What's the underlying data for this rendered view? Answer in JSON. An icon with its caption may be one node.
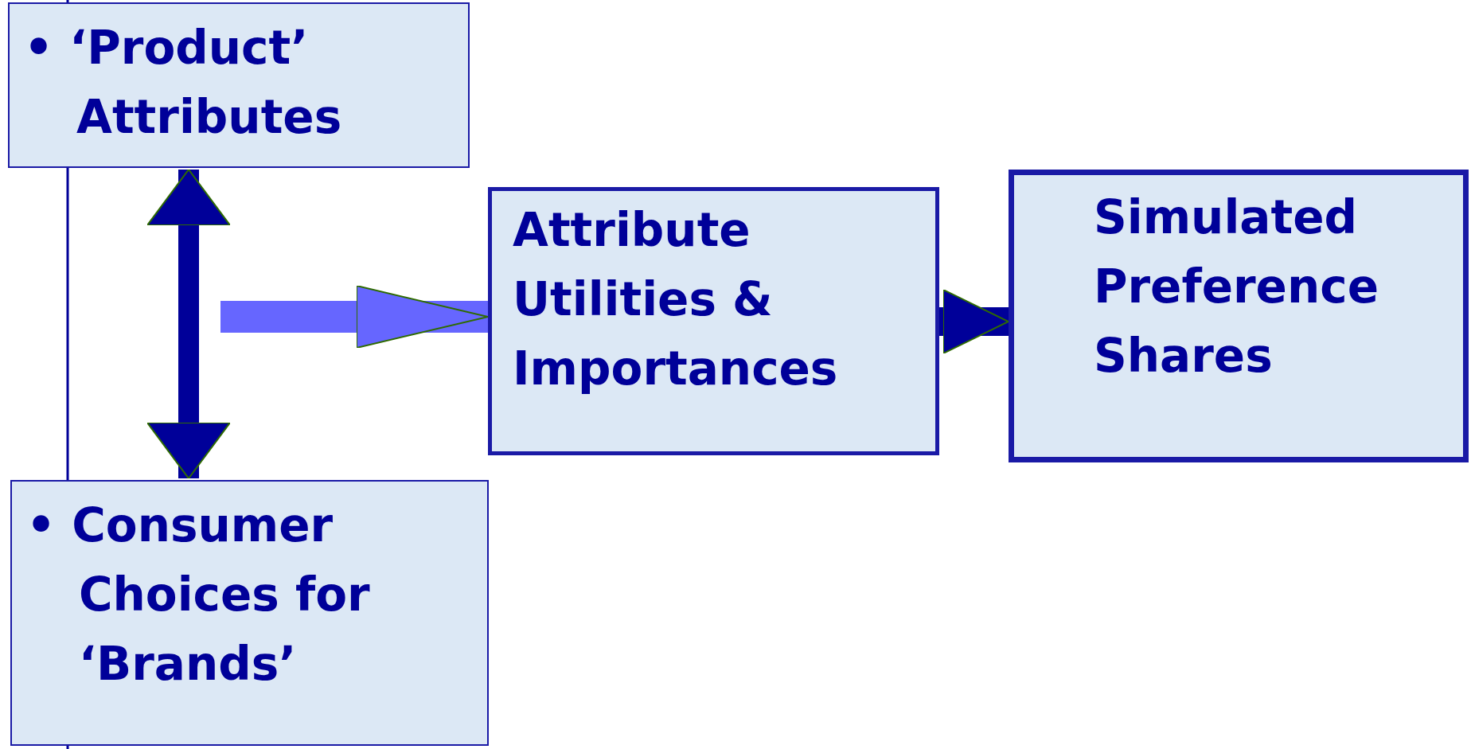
{
  "diagram": {
    "nodes": [
      {
        "text": [
          "• ‘Product’ Attributes"
        ]
      },
      {
        "text": [
          "• Consumer Choices for ‘Brands’"
        ]
      },
      {
        "text": [
          "Attribute Utilities & Importances"
        ]
      },
      {
        "text": [
          "Simulated Preference Shares"
        ]
      }
    ],
    "edges": [
      {
        "from": 0,
        "to": 1,
        "arrow": "both"
      },
      {
        "from": null,
        "to": 2,
        "arrow": "to",
        "color": "#6666ff"
      },
      {
        "from": 2,
        "to": 3,
        "arrow": "to"
      }
    ]
  }
}
